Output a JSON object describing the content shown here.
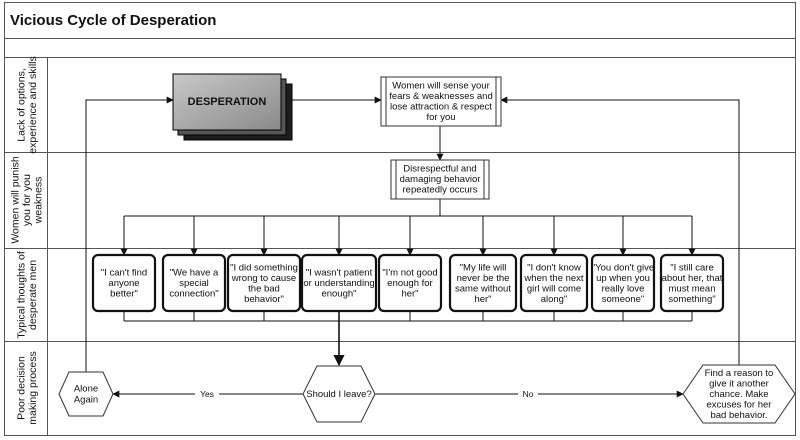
{
  "title": "Vicious Cycle of Desperation",
  "lanes": [
    "Lack of options,\nexperience and skills",
    "Women will punish\nyou for you\nweakness",
    "Typical thoughts of\ndesperate men",
    "Poor decision\nmaking process"
  ],
  "nodes": {
    "desperation": "DESPERATION",
    "sense": "Women will sense your\nfears & weaknesses and\nlose attraction & respect\nfor you",
    "behavior": "Disrespectful and\ndamaging behavior\nrepeatedly occurs",
    "alone": "Alone\nAgain",
    "decision": "Should I leave?",
    "excuse": "Find a reason to\ngive it another\nchance.  Make\nexcuses for her\nbad behavior."
  },
  "thoughts": [
    "\"I can't find\nanyone\nbetter\"",
    "\"We have a\nspecial\nconnection\"",
    "\"I did something\nwrong to cause\nthe bad\nbehavior\"",
    "\"I wasn't patient\nor understanding\nenough\"",
    "\"I'm not good\nenough for\nher\"",
    "\"My life will\nnever be the\nsame without\nher\"",
    "\"I don't know\nwhen the next\ngirl will come\nalong\"",
    "\"You don't give\nup when you\nreally love\nsomeone\"",
    "\"I still care\nabout her, that\nmust mean\nsomething\""
  ],
  "edges": {
    "yes": "Yes",
    "no": "No"
  }
}
